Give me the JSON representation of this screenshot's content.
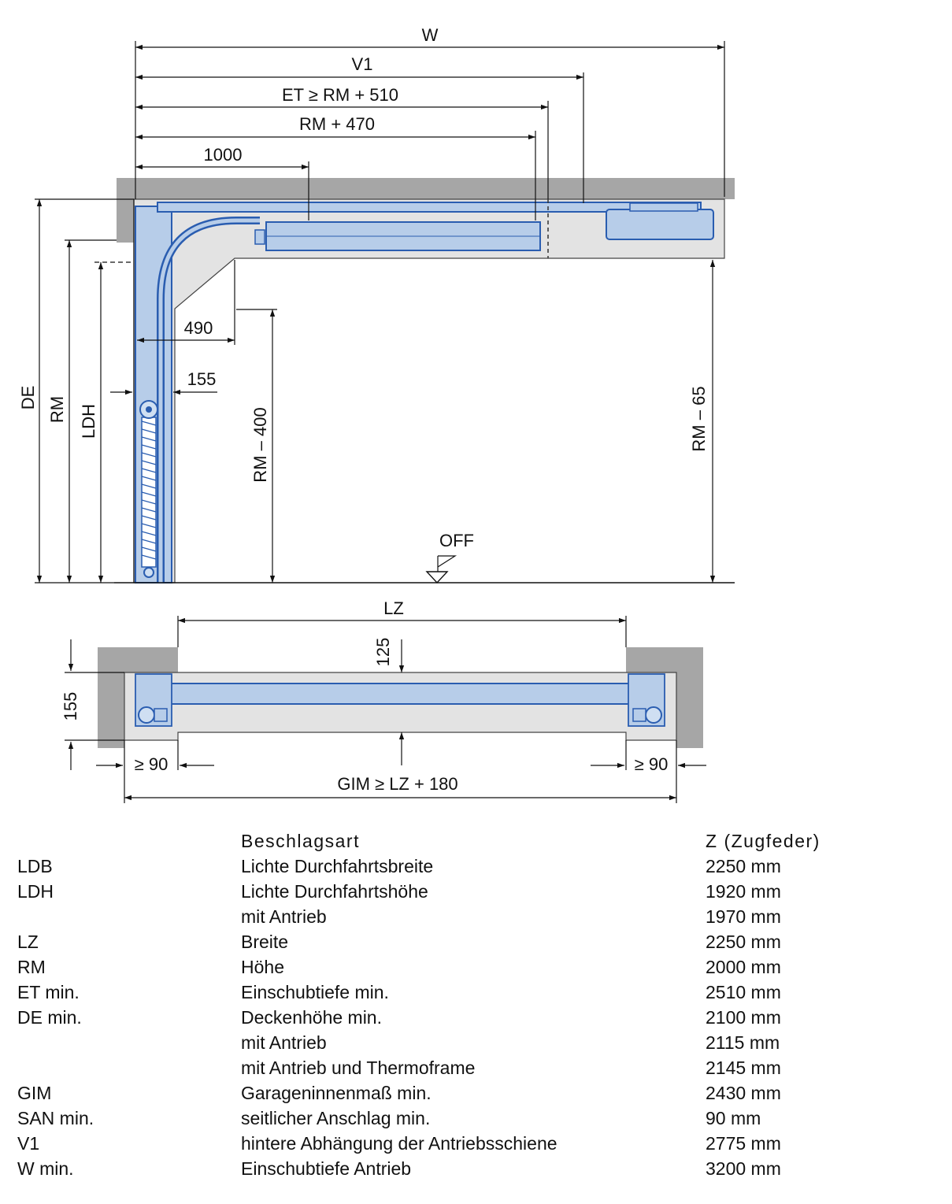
{
  "colors": {
    "door_blue": "#2a5db0",
    "door_fill": "#a9c4e8",
    "wall_gray": "#a6a6a6",
    "light_gray": "#e0e0e0",
    "line": "#111111"
  },
  "diagram": {
    "side_view": {
      "dims": {
        "w": "W",
        "v1": "V1",
        "et": "ET ≥ RM + 510",
        "rm470": "RM + 470",
        "d1000": "1000",
        "d490": "490",
        "d155": "155",
        "de": "DE",
        "rm": "RM",
        "ldh": "LDH",
        "rm400": "RM – 400",
        "rm65": "RM – 65",
        "off": "OFF"
      }
    },
    "top_view": {
      "dims": {
        "lz": "LZ",
        "d125": "125",
        "d155": "155",
        "san_left": "≥ 90",
        "san_right": "≥ 90",
        "gim": "GIM ≥ LZ + 180"
      }
    }
  },
  "spec_table": {
    "header": {
      "col1": "Beschlagsart",
      "col2": "Z (Zugfeder)"
    },
    "rows": [
      {
        "code": "LDB",
        "label": "Lichte Durchfahrtsbreite",
        "value": "2250 mm"
      },
      {
        "code": "LDH",
        "label": "Lichte Durchfahrtshöhe",
        "value": "1920 mm"
      },
      {
        "code": "",
        "label": "mit Antrieb",
        "value": "1970 mm"
      },
      {
        "code": "LZ",
        "label": "Breite",
        "value": "2250 mm"
      },
      {
        "code": "RM",
        "label": "Höhe",
        "value": "2000 mm"
      },
      {
        "code": "ET min.",
        "label": "Einschubtiefe min.",
        "value": "2510 mm"
      },
      {
        "code": "DE min.",
        "label": "Deckenhöhe min.",
        "value": "2100 mm"
      },
      {
        "code": "",
        "label": "mit Antrieb",
        "value": "2115 mm"
      },
      {
        "code": "",
        "label": "mit Antrieb und Thermoframe",
        "value": "2145 mm"
      },
      {
        "code": "GIM",
        "label": "Garageninnenmaß min.",
        "value": "2430 mm"
      },
      {
        "code": "SAN min.",
        "label": "seitlicher Anschlag min.",
        "value": "90 mm"
      },
      {
        "code": "V1",
        "label": "hintere Abhängung der Antriebsschiene",
        "value": "2775 mm"
      },
      {
        "code": "W min.",
        "label": "Einschubtiefe Antrieb",
        "value": "3200 mm"
      }
    ]
  }
}
